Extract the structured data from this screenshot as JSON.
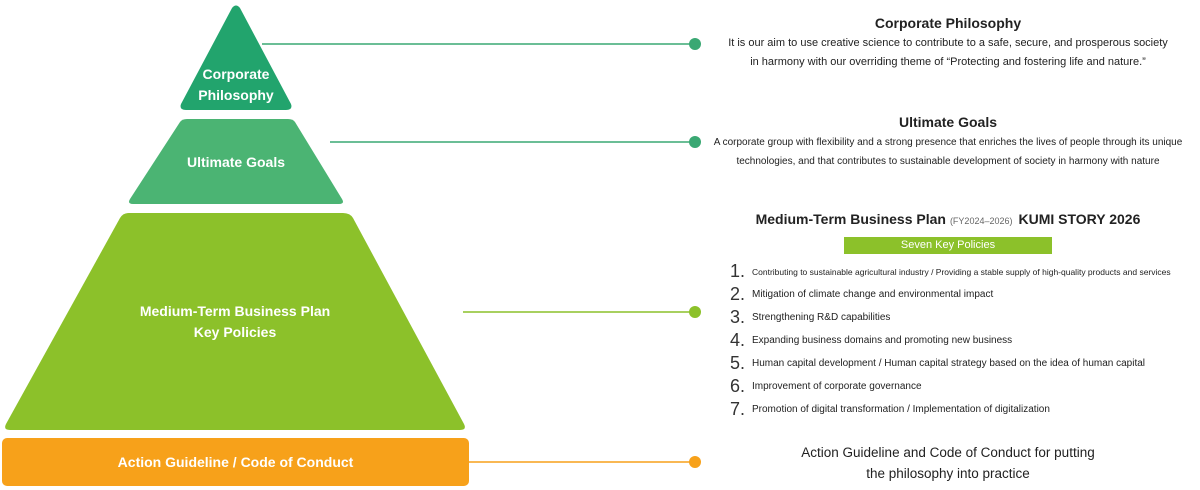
{
  "tiers": {
    "philosophy": {
      "line1": "Corporate",
      "line2": "Philosophy",
      "color": "#22a46d"
    },
    "goals": {
      "label": "Ultimate Goals",
      "color": "#4bb473"
    },
    "plan": {
      "line1": "Medium-Term Business Plan",
      "line2": "Key Policies",
      "color": "#8cc12a"
    },
    "action": {
      "label": "Action Guideline / Code of Conduct",
      "color": "#f7a11a"
    }
  },
  "connector_color": "#3aa873",
  "philosophy": {
    "title": "Corporate Philosophy",
    "body_line1": "It is our aim to use creative science to contribute to a safe, secure, and prosperous society",
    "body_line2": "in harmony with our overriding theme of “Protecting and fostering life and nature.”"
  },
  "goals": {
    "title": "Ultimate Goals",
    "body_line1": "A corporate group with flexibility and a strong presence that enriches the lives of people through its unique",
    "body_line2": "technologies, and that contributes to sustainable development of society in harmony with nature"
  },
  "plan": {
    "title": "Medium-Term Business Plan",
    "years": "(FY2024–2026)",
    "story": "KUMI STORY 2026",
    "badge": "Seven Key Policies",
    "policies": [
      {
        "num": "1.",
        "text": "Contributing to sustainable agricultural industry / Providing a stable supply of high-quality products and services"
      },
      {
        "num": "2.",
        "text": "Mitigation of climate change and environmental impact"
      },
      {
        "num": "3.",
        "text": "Strengthening R&D capabilities"
      },
      {
        "num": "4.",
        "text": "Expanding business domains and promoting new business"
      },
      {
        "num": "5.",
        "text": "Human capital development / Human capital strategy based on the idea of human capital"
      },
      {
        "num": "6.",
        "text": "Improvement of corporate governance"
      },
      {
        "num": "7.",
        "text": "Promotion of digital transformation / Implementation of digitalization"
      }
    ]
  },
  "action": {
    "line1": "Action Guideline and Code of Conduct for putting",
    "line2": "the philosophy into practice"
  }
}
